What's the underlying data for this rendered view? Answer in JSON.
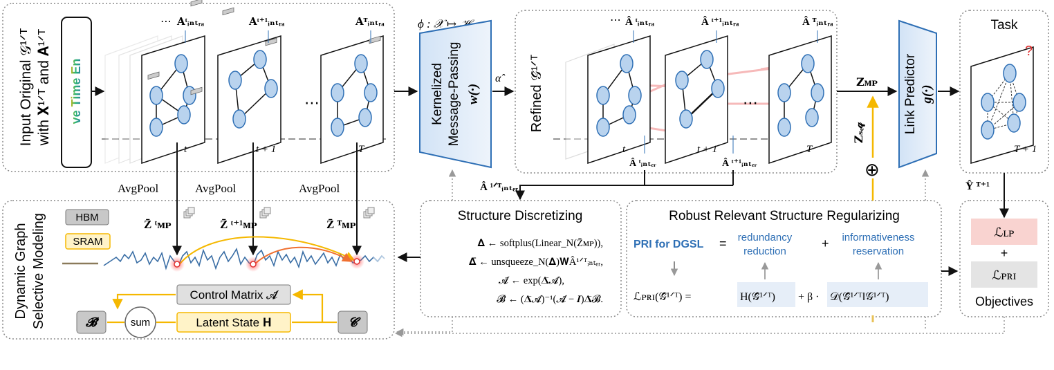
{
  "input_panel": {
    "label_line1": "Input Original 𝒢¹ᐟᵀ",
    "label_line2": "with 𝐗¹ᐟᵀ and 𝐀¹ᐟᵀ",
    "time_tag": "ve Time En",
    "ellipsis_top": "⋯",
    "ellipsis_mid": "⋯",
    "adj_labels": [
      "𝐀ᵗᵢₙₜᵣₐ",
      "𝐀ᵗ⁺¹ᵢₙₜᵣₐ",
      "𝐀ᵀᵢₙₜᵣₐ"
    ],
    "time_labels": [
      "t",
      "t + 1",
      "T"
    ]
  },
  "kernel": {
    "map_label": "ϕ : 𝒳 ↦ ℋ",
    "line1": "Kernelized",
    "line2": "Message-Passing",
    "func": "w(·)",
    "alpha": "α̂"
  },
  "refined_panel": {
    "label": "Refined 𝒢̂¹ᐟᵀ",
    "ellipsis_top": "⋯",
    "ellipsis_mid": "⋯",
    "adj_labels": [
      "Â ᵗᵢₙₜᵣₐ",
      "Â ᵗ⁺¹ᵢₙₜᵣₐ",
      "Â ᵀᵢₙₜᵣₐ"
    ],
    "inter_labels": [
      "Â ᵗᵢₙₜₑᵣ",
      "Â ᵗ⁺¹ᵢₙₜₑᵣ"
    ],
    "time_labels": [
      "t",
      "t + 1",
      "T"
    ],
    "inter_all": "Â ¹ᐟᵀᵢₙₜₑᵣ"
  },
  "links": {
    "z_mp": "𝐙ᴍᴘ",
    "z_seq": "𝐙ₛₑ𝓆",
    "oplus": "⊕",
    "predictor_line1": "Link Predictor",
    "predictor_func": "g(·)"
  },
  "task": {
    "title": "Task",
    "question": "?",
    "time_label": "T + 1",
    "y_hat": "Ŷ ᵀ⁺¹"
  },
  "pooling": {
    "labels": [
      "AvgPool",
      "AvgPool",
      "AvgPool"
    ],
    "z_labels": [
      "Z̄ ᵗᴍᴘ",
      "Z̄ ᵗ⁺¹ᴍᴘ",
      "Z̄ ᵀᴍᴘ"
    ]
  },
  "selective": {
    "label_line1": "Dynamic Graph",
    "label_line2": "Selective Modeling",
    "hbm": "HBM",
    "sram": "SRAM",
    "control_matrix": "Control Matrix 𝓐̄",
    "latent_state": "Latent State 𝐇",
    "b_bar": "𝓑̄",
    "c": "𝓒",
    "sum": "sum"
  },
  "discretize": {
    "title": "Structure Discretizing",
    "eq1": "𝚫 ← softplus(Linear_N(Z̄ᴍᴘ)),",
    "eq2": "𝚫̄ ← unsqueeze_N(𝚫)𝐖Â¹ᐟᵀᵢₙₜₑᵣ,",
    "eq3": "𝓐̄ ← exp(𝚫̄𝓐),",
    "eq4": "𝓑̄ ← (𝚫̄𝓐)⁻¹(𝓐̄ − 𝑰)𝚫̄𝓑."
  },
  "regularize": {
    "title": "Robust Relevant Structure Regularizing",
    "pri_label": "PRI for DGSL",
    "equals": "=",
    "plus": "+",
    "term1_line1": "redundancy",
    "term1_line2": "reduction",
    "term2_line1": "informativeness",
    "term2_line2": "reservation",
    "lhs": "ℒᴘʀɪ(𝒢̂¹ᐟᵀ) =",
    "h_term": "H(𝒢̂¹ᐟᵀ)",
    "beta": "+ β ·",
    "d_term": "𝒟(𝒢̂¹ᐟᵀ‖𝒢¹ᐟᵀ)"
  },
  "objectives": {
    "l_lp": "ℒʟᴘ",
    "plus": "+",
    "l_pri": "ℒᴘʀɪ",
    "title": "Objectives"
  },
  "colors": {
    "blue": "#2e6fb5",
    "node_fill": "#b9d3ee",
    "orange": "#f5b800",
    "red_edge": "#f08080",
    "lp_fill": "#f9d3d0",
    "pri_fill": "#e4e4e4",
    "kernel_fill": "#dfeaf7"
  }
}
